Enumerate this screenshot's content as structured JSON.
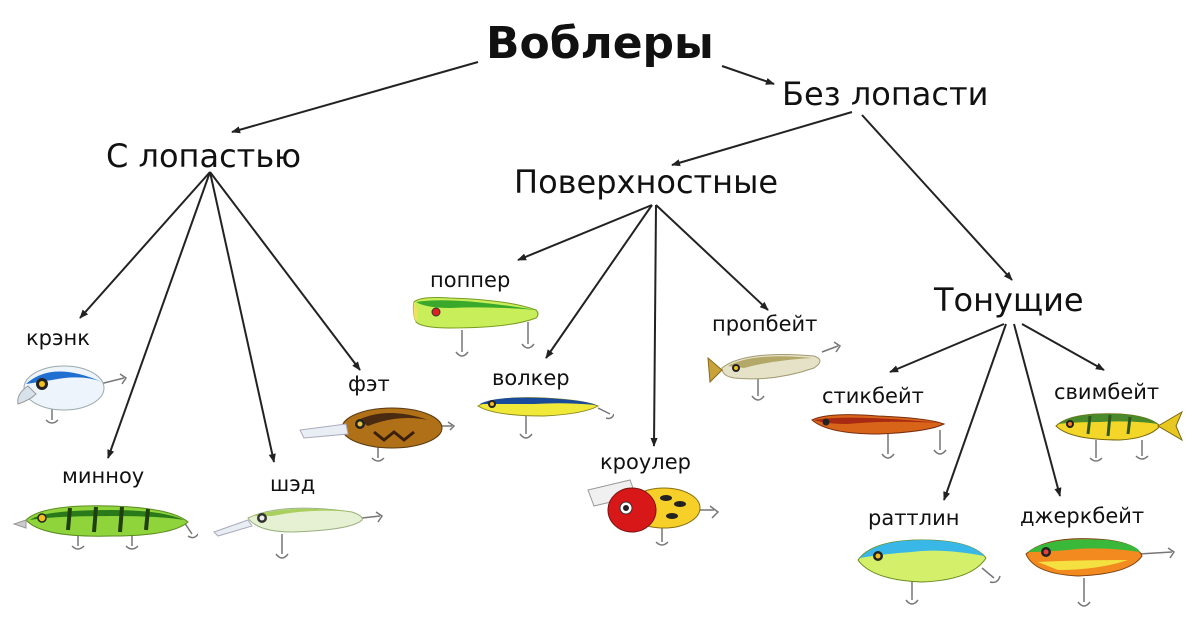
{
  "title": "Воблеры",
  "branches": {
    "with_lip": {
      "label": "С лопастью",
      "types": [
        "крэнк",
        "минноу",
        "шэд",
        "фэт"
      ]
    },
    "without_lip": {
      "label": "Без лопасти",
      "surface": {
        "label": "Поверхностные",
        "types": [
          "поппер",
          "волкер",
          "кроулер",
          "пропбейт"
        ]
      },
      "sinking": {
        "label": "Тонущие",
        "types": [
          "стикбейт",
          "раттлин",
          "джеркбейт",
          "свимбейт"
        ]
      }
    }
  },
  "colors": {
    "arrow": "#222222",
    "text": "#111111"
  }
}
